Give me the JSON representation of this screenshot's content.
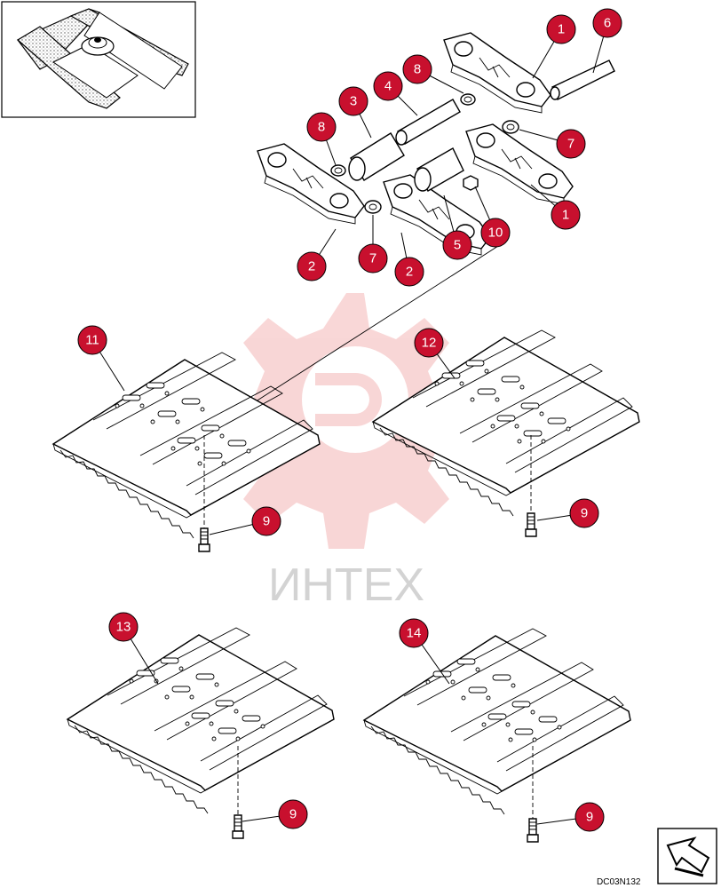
{
  "drawing_code": "DC03N132",
  "watermark": {
    "text": "ИНТЕХ",
    "gear_color": "#f4b6b6"
  },
  "callout_color": "#c8102e",
  "callouts": [
    {
      "id": "c1a",
      "label": "1"
    },
    {
      "id": "c1b",
      "label": "1"
    },
    {
      "id": "c2a",
      "label": "2"
    },
    {
      "id": "c2b",
      "label": "2"
    },
    {
      "id": "c3",
      "label": "3"
    },
    {
      "id": "c4",
      "label": "4"
    },
    {
      "id": "c5",
      "label": "5"
    },
    {
      "id": "c6",
      "label": "6"
    },
    {
      "id": "c7a",
      "label": "7"
    },
    {
      "id": "c7b",
      "label": "7"
    },
    {
      "id": "c8a",
      "label": "8"
    },
    {
      "id": "c8b",
      "label": "8"
    },
    {
      "id": "c9a",
      "label": "9"
    },
    {
      "id": "c9b",
      "label": "9"
    },
    {
      "id": "c9c",
      "label": "9"
    },
    {
      "id": "c9d",
      "label": "9"
    },
    {
      "id": "c10",
      "label": "10"
    },
    {
      "id": "c11",
      "label": "11"
    },
    {
      "id": "c12",
      "label": "12"
    },
    {
      "id": "c13",
      "label": "13"
    },
    {
      "id": "c14",
      "label": "14"
    }
  ]
}
